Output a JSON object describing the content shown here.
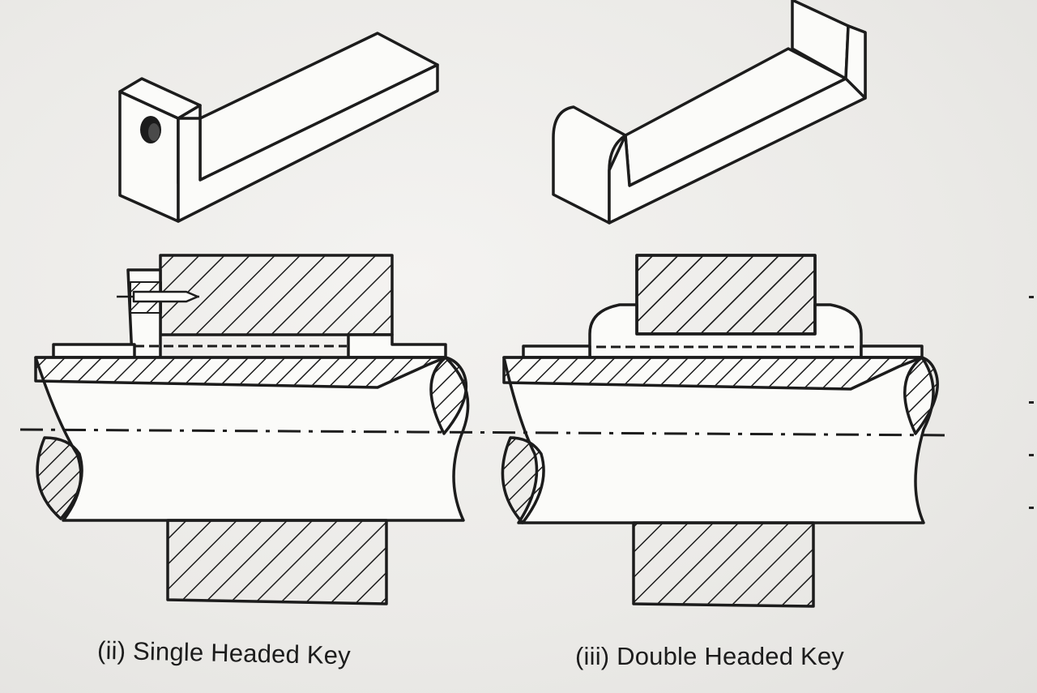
{
  "figures": [
    {
      "id": "single-headed-key",
      "caption": "(ii) Single Headed Key",
      "views": [
        "isometric key with head and tapped hole",
        "sectional assembly: hub, key with head screw, shaft"
      ]
    },
    {
      "id": "double-headed-key",
      "caption": "(iii) Double Headed Key",
      "views": [
        "isometric key with rounded heads at both ends",
        "sectional assembly: hub, key with two heads, shaft"
      ]
    }
  ],
  "colors": {
    "ink": "#1c1c1c",
    "paper": "#efeeeb",
    "hatch": "#1c1c1c"
  }
}
